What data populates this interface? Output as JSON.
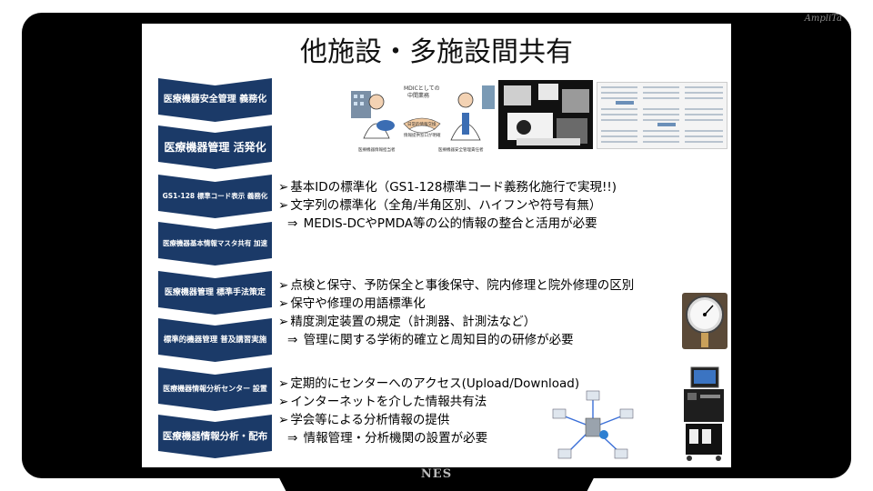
{
  "title": "他施設・多施設間共有",
  "brand": {
    "corner_logo": "AmpliTa",
    "bottom_logo": "NES",
    "arrow_color": "#1b3a68",
    "frame_color": "#000000"
  },
  "steps": [
    {
      "label": "医療機器安全管理 義務化"
    },
    {
      "label": "医療機器管理 活発化"
    },
    {
      "label": "GS1-128 標準コード表示 義務化"
    },
    {
      "label": "医療機器基本情報マスタ共有 加速"
    },
    {
      "label": "医療機器管理 標準手法策定"
    },
    {
      "label": "標準的機器管理 普及講習実施"
    },
    {
      "label": "医療機器情報分析センター 設置"
    },
    {
      "label": "医療機器情報分析・配布"
    }
  ],
  "illustration": {
    "top_label_1": "MDICとしての",
    "top_label_2": "中間業務",
    "mid_label_1": "日常的情報交換",
    "mid_label_2": "情報提供窓口が明確",
    "left_caption": "医療機器情報担当者",
    "right_caption": "医療機器安全管理責任者"
  },
  "section1": {
    "lines": [
      "基本IDの標準化（GS1-128標準コード義務化施行で実現!!)",
      "文字列の標準化（全角/半角区別、ハイフンや符号有無）"
    ],
    "conclusion": "MEDIS-DCやPMDA等の公的情報の整合と活用が必要"
  },
  "section2": {
    "lines": [
      "点検と保守、予防保全と事後保守、院内修理と院外修理の区別",
      "保守や修理の用語標準化",
      "精度測定装置の規定（計測器、計測法など）"
    ],
    "conclusion": "管理に関する学術的確立と周知目的の研修が必要"
  },
  "section3": {
    "lines": [
      "定期的にセンターへのアクセス(Upload/Download)",
      "インターネットを介した情報共有法",
      "学会等による分析情報の提供"
    ],
    "conclusion": "情報管理・分析機関の設置が必要"
  },
  "glyphs": {
    "bullet": "➢",
    "implies": "⇒"
  }
}
